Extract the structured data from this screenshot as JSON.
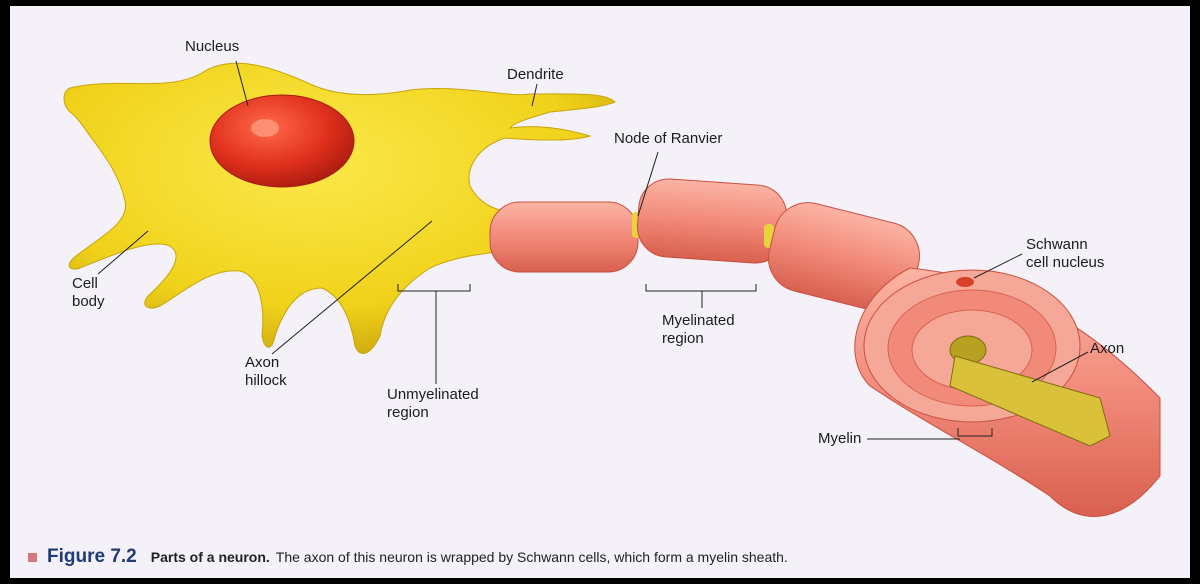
{
  "labels": {
    "nucleus": "Nucleus",
    "dendrite": "Dendrite",
    "node_of_ranvier": "Node of Ranvier",
    "cell_body_line1": "Cell",
    "cell_body_line2": "body",
    "axon_hillock_line1": "Axon",
    "axon_hillock_line2": "hillock",
    "unmyelinated_line1": "Unmyelinated",
    "unmyelinated_line2": "region",
    "myelinated_line1": "Myelinated",
    "myelinated_line2": "region",
    "schwann_line1": "Schwann",
    "schwann_line2": "cell nucleus",
    "axon": "Axon",
    "myelin": "Myelin"
  },
  "caption": {
    "figure_number": "Figure 7.2",
    "title": "Parts of a neuron.",
    "text": "The axon of this neuron is wrapped by Schwann cells, which form a myelin sheath."
  },
  "colors": {
    "cell_body": "#f0d21a",
    "cell_body_shadow": "#c9a40c",
    "nucleus": "#e0301c",
    "myelin": "#f28a7a",
    "myelin_dark": "#d9604f",
    "axon": "#d9c23a",
    "background": "#f4f1f8",
    "caption_figure": "#1f3b78"
  }
}
